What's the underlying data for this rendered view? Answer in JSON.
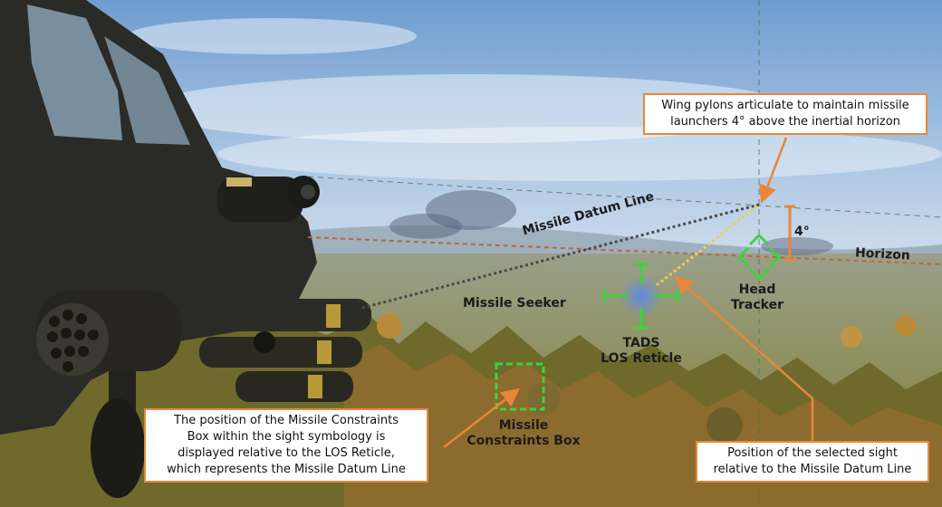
{
  "labels": {
    "missile_datum_line": "Missile Datum Line",
    "horizon": "Horizon",
    "four_deg": "4°",
    "missile_seeker": "Missile Seeker",
    "head_tracker_l1": "Head",
    "head_tracker_l2": "Tracker",
    "tads_l1": "TADS",
    "tads_l2": "LOS Reticle",
    "constraints_l1": "Missile",
    "constraints_l2": "Constraints Box"
  },
  "callouts": {
    "wing_pylons_l1": "Wing pylons articulate to maintain missile",
    "wing_pylons_l2": "launchers 4° above the inertial horizon",
    "constraints_l1": "The position of the Missile Constraints",
    "constraints_l2": "Box within the sight symbology is",
    "constraints_l3": "displayed relative to the LOS Reticle,",
    "constraints_l4": "which represents the Missile Datum Line",
    "sight_l1": "Position of the selected sight",
    "sight_l2": "relative to the Missile Datum Line"
  },
  "colors": {
    "callout_border": "#e8873a",
    "symbology_green": "#3bd43b",
    "datum_line": "#4a4a4a",
    "horizon_line": "#b86a3a",
    "sight_line": "#e8d05a"
  }
}
